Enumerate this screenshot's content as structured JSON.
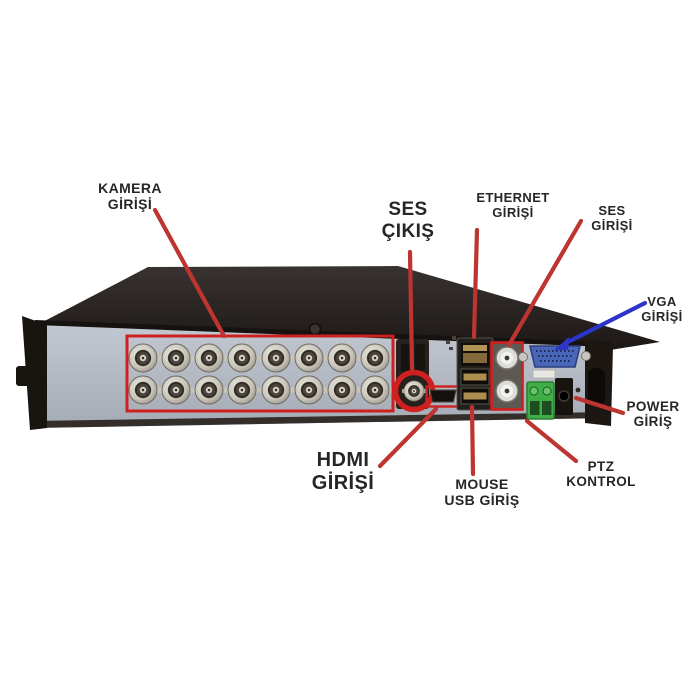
{
  "title": "DVR rear panel connection diagram (Turkish labels)",
  "colors": {
    "background": "#ffffff",
    "annotation_red": "#bd3430",
    "annotation_blue": "#2b35c8",
    "highlight_red": "#cf2020",
    "chassis_dark": "#2a2421",
    "panel_gray": "#b4bac4",
    "vga_blue": "#4a66b8",
    "terminal_green": "#3fae46"
  },
  "labels": {
    "kamera": {
      "line1": "KAMERA",
      "line2": "GİRİŞİ"
    },
    "ses_cikis": {
      "line1": "SES",
      "line2": "ÇIKIŞ"
    },
    "ethernet": {
      "line1": "ETHERNET",
      "line2": "GİRİŞİ"
    },
    "ses_giris": {
      "line1": "SES",
      "line2": "GİRİŞİ"
    },
    "vga": {
      "line1": "VGA",
      "line2": "GİRİŞİ"
    },
    "power": {
      "line1": "POWER",
      "line2": "GİRİŞ"
    },
    "ptz": {
      "line1": "PTZ",
      "line2": "KONTROL"
    },
    "hdmi": {
      "line1": "HDMI",
      "line2": "GİRİŞİ"
    },
    "mouse": {
      "line1": "MOUSE",
      "line2": "USB GİRİŞ"
    }
  },
  "ports": {
    "camera_inputs": {
      "connector": "BNC",
      "count": 16
    },
    "audio_out": {
      "connector": "BNC",
      "count": 1
    },
    "hdmi": {
      "connector": "HDMI",
      "count": 1
    },
    "ethernet": {
      "connector": "RJ45",
      "count": 1
    },
    "mouse_usb": {
      "connector": "USB",
      "count": 2
    },
    "audio_in": {
      "connector": "RCA",
      "count": 2
    },
    "vga": {
      "connector": "VGA",
      "count": 1
    },
    "power": {
      "connector": "DC jack",
      "count": 1
    },
    "ptz": {
      "connector": "terminal block",
      "count": 1
    }
  }
}
